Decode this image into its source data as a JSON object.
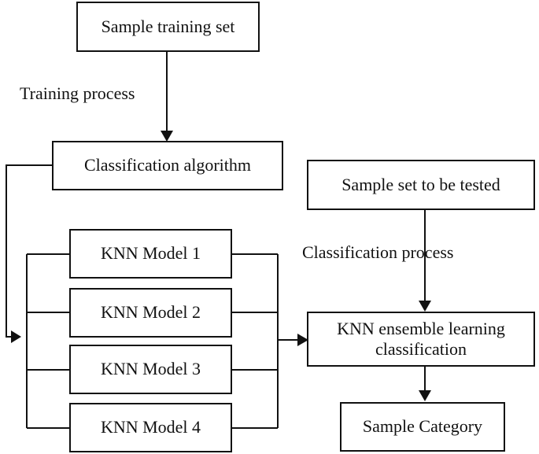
{
  "nodes": {
    "sample_training_set": "Sample training set",
    "classification_algorithm": "Classification algorithm",
    "sample_set_to_be_tested": "Sample set to be tested",
    "knn_model_1": "KNN Model 1",
    "knn_model_2": "KNN Model 2",
    "knn_model_3": "KNN Model 3",
    "knn_model_4": "KNN Model 4",
    "knn_ensemble": "KNN ensemble learning classification",
    "sample_category": "Sample Category"
  },
  "edge_labels": {
    "training_process": "Training process",
    "classification_process": "Classification process"
  }
}
